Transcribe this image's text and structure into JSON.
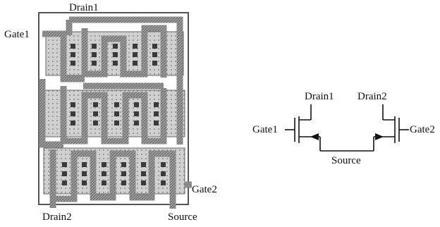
{
  "layout_labels": {
    "drain1": "Drain1",
    "gate1": "Gate1",
    "gate2": "Gate2",
    "drain2": "Drain2",
    "source": "Source"
  },
  "schematic_labels": {
    "drain1": "Drain1",
    "drain2": "Drain2",
    "gate1": "Gate1",
    "gate2": "Gate2",
    "source": "Source"
  },
  "colors": {
    "metal": "#8c8c8c",
    "metal_dark": "#5a5a5a",
    "diffusion": "#c4c4c4",
    "contact": "#3a3a3a",
    "ink": "#111111"
  }
}
